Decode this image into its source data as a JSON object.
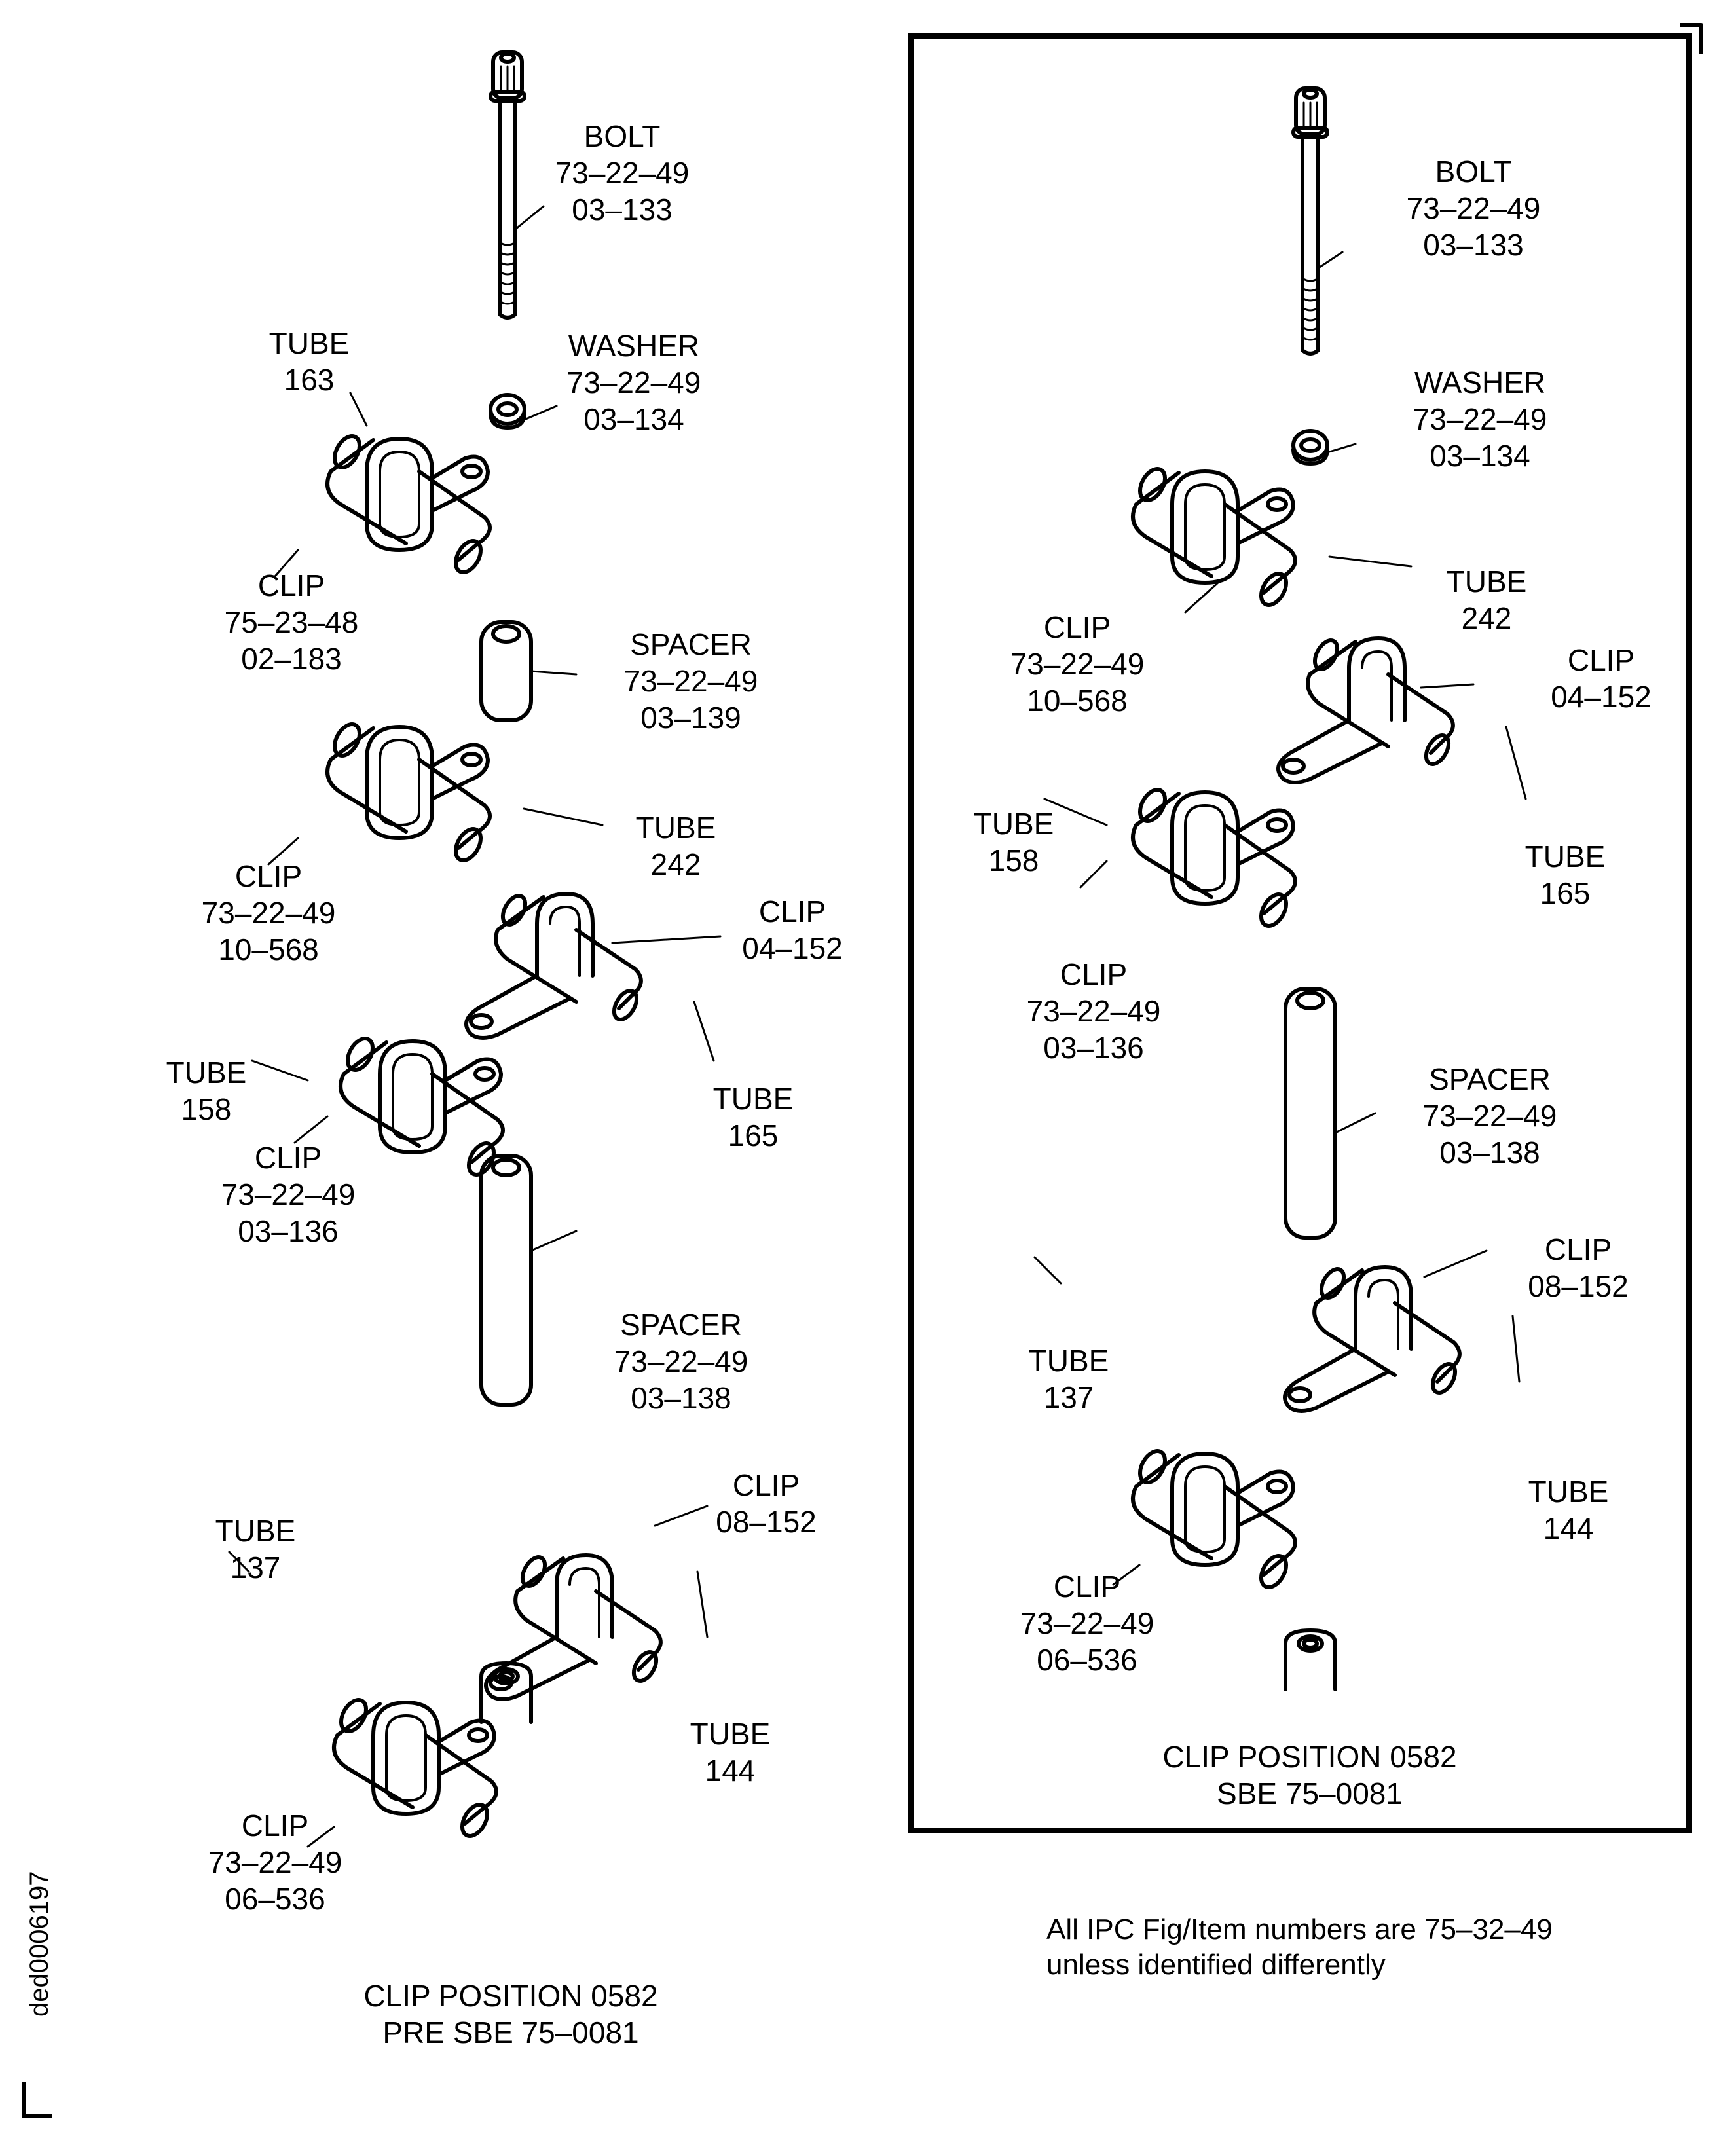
{
  "left_panel": {
    "parts": [
      {
        "name": "BOLT",
        "fig": "73-22-49",
        "item": "03-133"
      },
      {
        "name": "WASHER",
        "fig": "73-22-49",
        "item": "03-134"
      },
      {
        "name": "TUBE",
        "item": "163"
      },
      {
        "name": "CLIP",
        "fig": "75-23-48",
        "item": "02-183"
      },
      {
        "name": "SPACER",
        "fig": "73-22-49",
        "item": "03-139"
      },
      {
        "name": "TUBE",
        "item": "242"
      },
      {
        "name": "CLIP",
        "fig": "73-22-49",
        "item": "10-568"
      },
      {
        "name": "CLIP",
        "item": "04-152"
      },
      {
        "name": "TUBE",
        "item": "158"
      },
      {
        "name": "TUBE",
        "item": "165"
      },
      {
        "name": "CLIP",
        "fig": "73-22-49",
        "item": "03-136"
      },
      {
        "name": "SPACER",
        "fig": "73-22-49",
        "item": "03-138"
      },
      {
        "name": "CLIP",
        "item": "08-152"
      },
      {
        "name": "TUBE",
        "item": "137"
      },
      {
        "name": "TUBE",
        "item": "144"
      },
      {
        "name": "CLIP",
        "fig": "73-22-49",
        "item": "06-536"
      }
    ],
    "caption_line1": "CLIP POSITION 0582",
    "caption_line2": "PRE SBE 75-0081"
  },
  "right_panel": {
    "parts": [
      {
        "name": "BOLT",
        "fig": "73-22-49",
        "item": "03-133"
      },
      {
        "name": "WASHER",
        "fig": "73-22-49",
        "item": "03-134"
      },
      {
        "name": "TUBE",
        "item": "242"
      },
      {
        "name": "CLIP",
        "fig": "73-22-49",
        "item": "10-568"
      },
      {
        "name": "CLIP",
        "item": "04-152"
      },
      {
        "name": "TUBE",
        "item": "158"
      },
      {
        "name": "TUBE",
        "item": "165"
      },
      {
        "name": "CLIP",
        "fig": "73-22-49",
        "item": "03-136"
      },
      {
        "name": "SPACER",
        "fig": "73-22-49",
        "item": "03-138"
      },
      {
        "name": "CLIP",
        "item": "08-152"
      },
      {
        "name": "TUBE",
        "item": "137"
      },
      {
        "name": "TUBE",
        "item": "144"
      },
      {
        "name": "CLIP",
        "fig": "73-22-49",
        "item": "06-536"
      }
    ],
    "caption_line1": "CLIP POSITION 0582",
    "caption_line2": "SBE 75-0081"
  },
  "note": {
    "line1": "All IPC Fig/Item numbers are 75-32-49",
    "line2": "unless identified differently"
  },
  "figure_id": "ded0006197"
}
